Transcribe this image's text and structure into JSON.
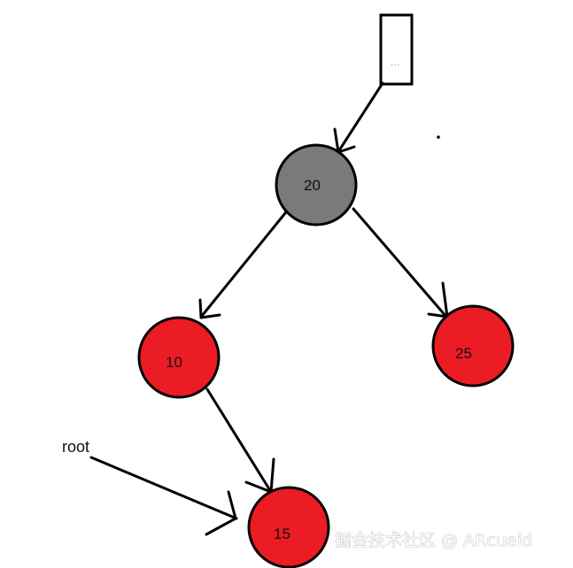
{
  "colors": {
    "black_node": "#7a7a7a",
    "red_node": "#ec1c24",
    "edge": "#000000"
  },
  "parent_box": {
    "label": "..."
  },
  "nodes": [
    {
      "id": "n20",
      "label": "20",
      "color": "black"
    },
    {
      "id": "n10",
      "label": "10",
      "color": "red"
    },
    {
      "id": "n25",
      "label": "25",
      "color": "red"
    },
    {
      "id": "n15",
      "label": "15",
      "color": "red"
    }
  ],
  "edges": [
    {
      "from": "parent",
      "to": "n20"
    },
    {
      "from": "n20",
      "to": "n10"
    },
    {
      "from": "n20",
      "to": "n25"
    },
    {
      "from": "n10",
      "to": "n15"
    },
    {
      "from": "root",
      "to": "n15"
    }
  ],
  "root_pointer": {
    "label": "root"
  },
  "watermark": "掘金技术社区 @ ARcueid"
}
